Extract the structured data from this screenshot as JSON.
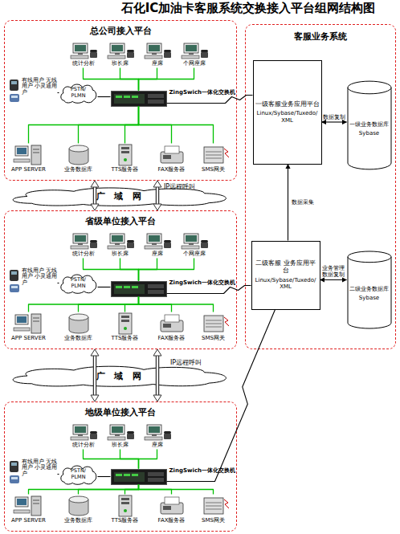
{
  "diagram": {
    "title": "石化IC加油卡客服系统交换接入平台组网结构图",
    "nodes": [
      {
        "text": [
          "总公司接入平台"
        ]
      },
      {
        "text": [
          "统计分析"
        ],
        "in": 0
      },
      {
        "text": [
          "班长席"
        ],
        "in": 0
      },
      {
        "text": [
          "座席"
        ],
        "in": 0
      },
      {
        "text": [
          "个网座席"
        ],
        "in": 0
      },
      {
        "text": [
          "有线用户 无线用户 小灵通用户"
        ],
        "in": 0
      },
      {
        "text": [
          "PSTN/ PLMN"
        ],
        "in": 0
      },
      {
        "text": [
          "ZingSwich一体化交换机"
        ],
        "in": 0
      },
      {
        "text": [
          "APP SERVER"
        ],
        "in": 0
      },
      {
        "text": [
          "业务数据库"
        ],
        "in": 0
      },
      {
        "text": [
          "TTS服务器"
        ],
        "in": 0
      },
      {
        "text": [
          "FAX服务器"
        ],
        "in": 0
      },
      {
        "text": [
          "SMS网关"
        ],
        "in": 0
      },
      {
        "text": [
          "客服业务系统"
        ]
      },
      {
        "text": [
          "一级客服业务应用平台",
          "Linux/Sybase/Tuxedo/XML"
        ],
        "in": 13
      },
      {
        "text": [
          "一级业务数据库",
          "Sybase"
        ],
        "in": 13
      },
      {
        "text": [
          "广 域 网"
        ]
      },
      {
        "text": [
          "省级单位接入平台"
        ]
      },
      {
        "text": [
          "统计分析"
        ],
        "in": 17
      },
      {
        "text": [
          "班长席"
        ],
        "in": 17
      },
      {
        "text": [
          "座席"
        ],
        "in": 17
      },
      {
        "text": [
          "个网座席"
        ],
        "in": 17
      },
      {
        "text": [
          "有线用户 无线用户 小灵通用户"
        ],
        "in": 17
      },
      {
        "text": [
          "PSTN/ PLMN"
        ],
        "in": 17
      },
      {
        "text": [
          "ZingSwich一体化交换机"
        ],
        "in": 17
      },
      {
        "text": [
          "APP SERVER"
        ],
        "in": 17
      },
      {
        "text": [
          "业务数据库"
        ],
        "in": 17
      },
      {
        "text": [
          "TTS服务器"
        ],
        "in": 17
      },
      {
        "text": [
          "FAX服务器"
        ],
        "in": 17
      },
      {
        "text": [
          "SMS网关"
        ],
        "in": 17
      },
      {
        "text": [
          "二级客服 业务应用平台",
          "Linux/Sybase/Tuxedo/XML"
        ],
        "in": 13
      },
      {
        "text": [
          "二级业务数据库",
          "Sybase"
        ],
        "in": 13
      },
      {
        "text": [
          "广 域 网"
        ]
      },
      {
        "text": [
          "地级单位接入平台"
        ]
      },
      {
        "text": [
          "统计分析"
        ],
        "in": 33
      },
      {
        "text": [
          "班长席"
        ],
        "in": 33
      },
      {
        "text": [
          "座席"
        ],
        "in": 33
      },
      {
        "text": [
          "有线用户 无线用户 小灵通用户"
        ],
        "in": 33
      },
      {
        "text": [
          "PSTN/ PLMN"
        ],
        "in": 33
      },
      {
        "text": [
          "ZingSwich一体化交换机"
        ],
        "in": 33
      },
      {
        "text": [
          "APP SERVER"
        ],
        "in": 33
      },
      {
        "text": [
          "业务数据库"
        ],
        "in": 33
      },
      {
        "text": [
          "TTS服务器"
        ],
        "in": 33
      },
      {
        "text": [
          "FAX服务器"
        ],
        "in": 33
      },
      {
        "text": [
          "SMS网关"
        ],
        "in": 33
      }
    ],
    "edges": [
      {
        "from": 7,
        "to": 1,
        "arrow": "none"
      },
      {
        "from": 7,
        "to": 2,
        "arrow": "none"
      },
      {
        "from": 7,
        "to": 3,
        "arrow": "none"
      },
      {
        "from": 7,
        "to": 4,
        "arrow": "none"
      },
      {
        "from": 7,
        "to": 8,
        "arrow": "none"
      },
      {
        "from": 7,
        "to": 9,
        "arrow": "none"
      },
      {
        "from": 7,
        "to": 10,
        "arrow": "none"
      },
      {
        "from": 7,
        "to": 11,
        "arrow": "none"
      },
      {
        "from": 7,
        "to": 12,
        "arrow": "none"
      },
      {
        "from": 5,
        "to": 6,
        "arrow": "none"
      },
      {
        "from": 6,
        "to": 7,
        "arrow": "none"
      },
      {
        "from": 24,
        "to": 18,
        "arrow": "none"
      },
      {
        "from": 24,
        "to": 19,
        "arrow": "none"
      },
      {
        "from": 24,
        "to": 20,
        "arrow": "none"
      },
      {
        "from": 24,
        "to": 21,
        "arrow": "none"
      },
      {
        "from": 24,
        "to": 25,
        "arrow": "none"
      },
      {
        "from": 24,
        "to": 26,
        "arrow": "none"
      },
      {
        "from": 24,
        "to": 27,
        "arrow": "none"
      },
      {
        "from": 24,
        "to": 28,
        "arrow": "none"
      },
      {
        "from": 24,
        "to": 29,
        "arrow": "none"
      },
      {
        "from": 22,
        "to": 23,
        "arrow": "none"
      },
      {
        "from": 23,
        "to": 24,
        "arrow": "none"
      },
      {
        "from": 39,
        "to": 34,
        "arrow": "none"
      },
      {
        "from": 39,
        "to": 35,
        "arrow": "none"
      },
      {
        "from": 39,
        "to": 36,
        "arrow": "none"
      },
      {
        "from": 39,
        "to": 40,
        "arrow": "none"
      },
      {
        "from": 39,
        "to": 41,
        "arrow": "none"
      },
      {
        "from": 39,
        "to": 42,
        "arrow": "none"
      },
      {
        "from": 39,
        "to": 43,
        "arrow": "none"
      },
      {
        "from": 39,
        "to": 44,
        "arrow": "none"
      },
      {
        "from": 37,
        "to": 38,
        "arrow": "none"
      },
      {
        "from": 38,
        "to": 39,
        "arrow": "none"
      },
      {
        "from": 7,
        "to": 14,
        "arrow": "none"
      },
      {
        "from": 24,
        "to": 30,
        "arrow": "none"
      },
      {
        "from": 39,
        "to": 30,
        "arrow": "none"
      },
      {
        "from": 14,
        "to": 15,
        "label": "数据复制",
        "arrow": "both"
      },
      {
        "from": 30,
        "to": 14,
        "label": "数据采集",
        "arrow": "to"
      },
      {
        "from": 30,
        "to": 31,
        "label": "业务管理 数据复制",
        "arrow": "both"
      },
      {
        "from": 0,
        "to": 17,
        "arrow": "both"
      },
      {
        "from": 17,
        "to": 33,
        "arrow": "both"
      }
    ],
    "labels": [
      "IP远程呼叫",
      "IP远程呼叫"
    ]
  }
}
